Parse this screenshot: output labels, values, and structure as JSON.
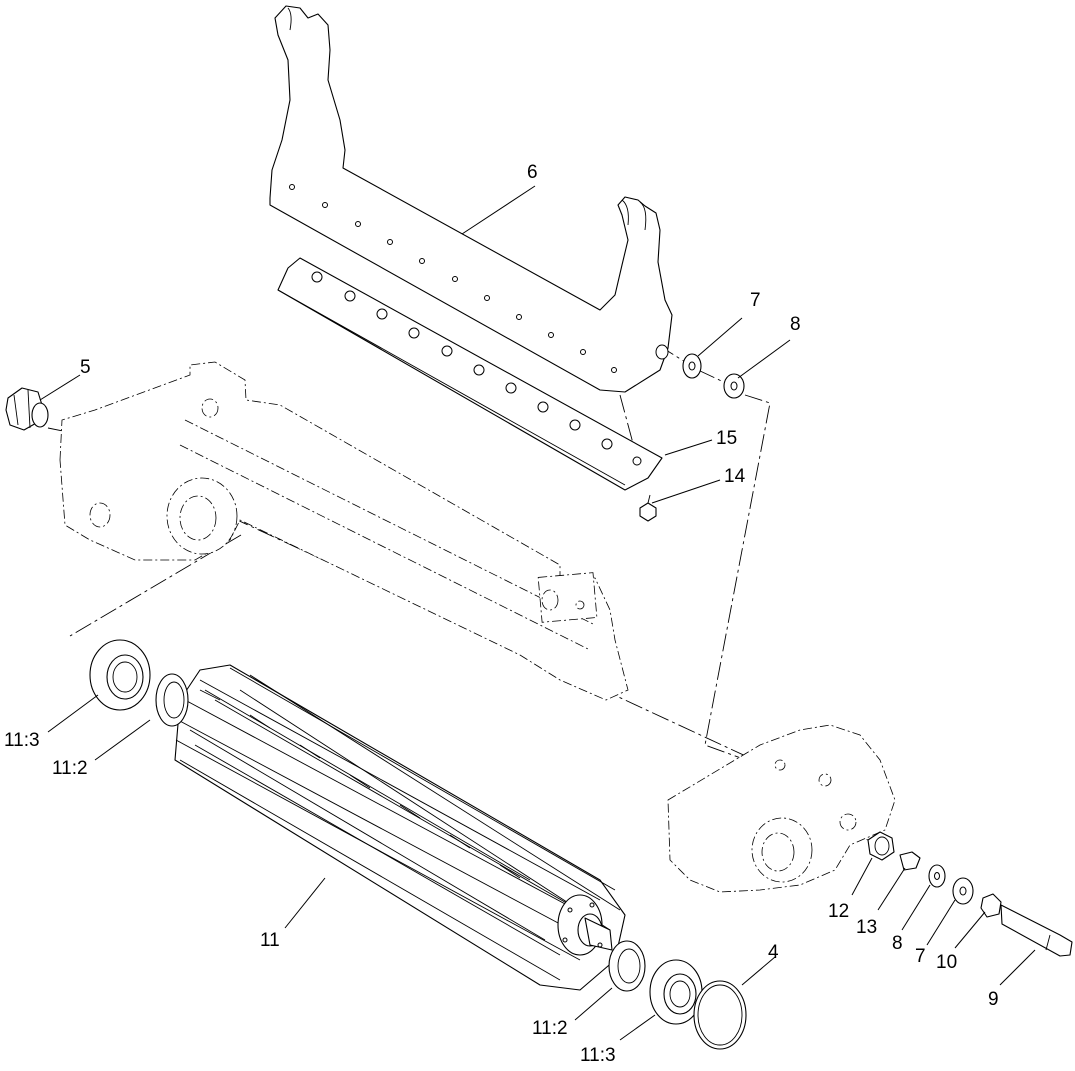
{
  "callouts": {
    "c6": "6",
    "c7a": "7",
    "c8a": "8",
    "c5": "5",
    "c15": "15",
    "c14": "14",
    "c11_3a": "11:3",
    "c11_2a": "11:2",
    "c11": "11",
    "c12": "12",
    "c13": "13",
    "c8b": "8",
    "c7b": "7",
    "c10": "10",
    "c9": "9",
    "c4": "4",
    "c11_2b": "11:2",
    "c11_3b": "11:3"
  }
}
